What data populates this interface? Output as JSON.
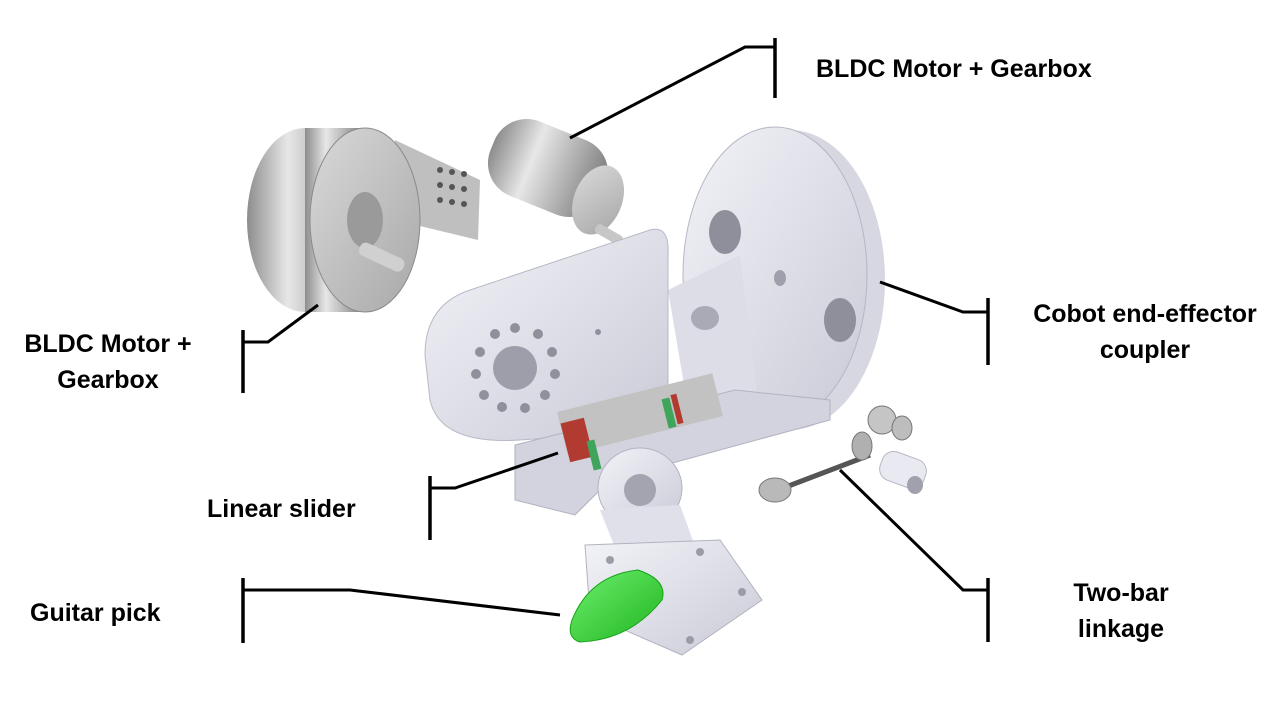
{
  "labels": {
    "motor_top": {
      "line1": "BLDC Motor + Gearbox"
    },
    "motor_left": {
      "line1": "BLDC Motor +",
      "line2": "Gearbox"
    },
    "coupler": {
      "line1": "Cobot end-effector",
      "line2": "coupler"
    },
    "slider": {
      "line1": "Linear slider"
    },
    "linkage": {
      "line1": "Two-bar",
      "line2": "linkage"
    },
    "pick": {
      "line1": "Guitar pick"
    }
  },
  "colors": {
    "metal": "#c9c9c9",
    "plastic": "#e4e5ee",
    "pick": "#2fd12f",
    "slider_red": "#b13b30",
    "slider_green": "#3fa55a",
    "line": "#000000"
  }
}
